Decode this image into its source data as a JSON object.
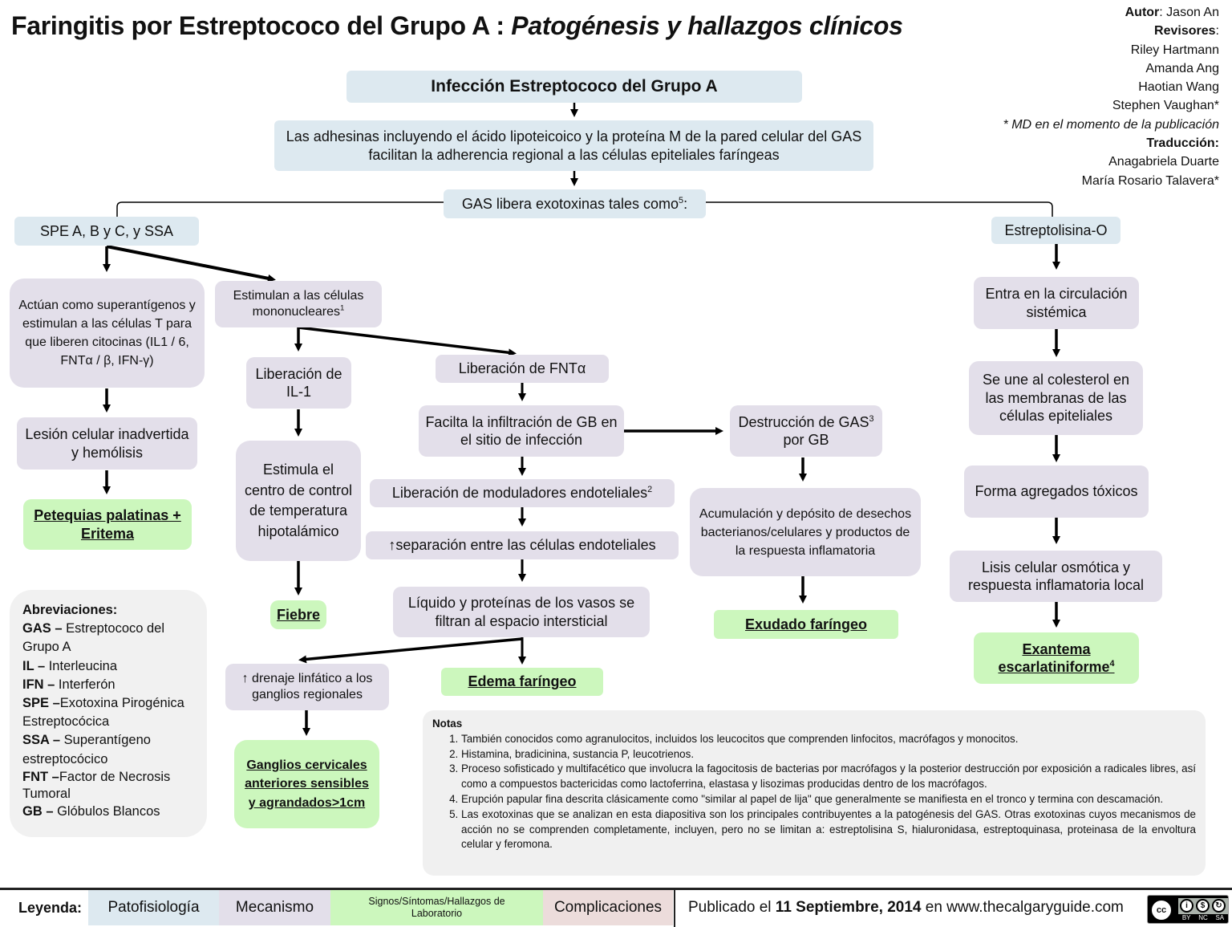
{
  "header": {
    "title_main": "Faringitis por Estreptococo del Grupo A : ",
    "title_sub": "Patogénesis y hallazgos clínicos"
  },
  "credits": {
    "author_label": "Autor",
    "author_name": ": Jason An",
    "reviewers_label": "Revisores",
    "reviewers": [
      "Riley Hartmann",
      "Amanda Ang",
      "Haotian Wang",
      "Stephen Vaughan*"
    ],
    "md_note": "* MD en el momento de la publicación",
    "translation_label": "Traducción:",
    "translators": [
      "Anagabriela Duarte",
      "María Rosario Talavera*"
    ]
  },
  "flow": {
    "infection": "Infección Estreptococo del Grupo A",
    "adhesins": "Las adhesinas incluyendo el ácido lipoteicoico y la proteína M de la pared celular del GAS facilitan la adherencia regional a las células epiteliales faríngeas",
    "exotoxins": "GAS libera exotoxinas tales como",
    "exotoxins_sup": "5",
    "exotoxins_colon": ":",
    "left": {
      "spe": "SPE A, B y C, y SSA",
      "superantigens": "Actúan como superantígenos y estimulan a las células T para que liberen citocinas (IL1 / 6, FNTα / β, IFN-γ)",
      "lesion": "Lesión celular inadvertida y hemólisis",
      "petechiae": "Petequias palatinas + Eritema"
    },
    "middle": {
      "mononuclear": "Estimulan a las células mononucleares",
      "mononuclear_sup": "1",
      "il1": "Liberación de IL-1",
      "thermo": "Estimula el centro de control de temperatura hipotalámico",
      "fever": "Fiebre",
      "tnf": "Liberación de FNTα",
      "infiltration": "Facilta la infiltración de GB en el sitio de infección",
      "modulators": "Liberación de moduladores endoteliales",
      "modulators_sup": "2",
      "separation": "↑separación entre las células endoteliales",
      "leak": "Líquido y proteínas de los vasos se filtran al espacio intersticial",
      "lymph": "↑ drenaje linfático a los ganglios regionales",
      "nodes": "Ganglios cervicales anteriores sensibles y agrandados>1cm",
      "edema": "Edema faríngeo",
      "destruction_a": "Destrucción de GAS",
      "destruction_sup": "3",
      "destruction_b": " por GB",
      "accumulation": "Acumulación y depósito de desechos bacterianos/celulares y productos de la respuesta inflamatoria",
      "exudate": "Exudado faríngeo"
    },
    "right": {
      "slo": "Estreptolisina-O",
      "circulation": "Entra en la circulación sistémica",
      "cholesterol": "Se une al colesterol en las membranas de las células epiteliales",
      "aggregates": "Forma agregados tóxicos",
      "lysis": "Lisis celular osmótica y respuesta inflamatoria local",
      "rash": "Exantema escarlatiniforme",
      "rash_sup": "4"
    }
  },
  "abbreviations": {
    "title": "Abreviaciones:",
    "items": [
      {
        "abbr": "GAS –",
        "text": " Estreptococo del Grupo A"
      },
      {
        "abbr": "IL –",
        "text": " Interleucina"
      },
      {
        "abbr": "IFN –",
        "text": " Interferón"
      },
      {
        "abbr": "SPE –",
        "text": "Exotoxina Pirogénica Estreptocócica"
      },
      {
        "abbr": "SSA –",
        "text": " Superantígeno estreptocócico"
      },
      {
        "abbr": "FNT –",
        "text": "Factor de Necrosis Tumoral"
      },
      {
        "abbr": "GB –",
        "text": " Glóbulos Blancos"
      }
    ]
  },
  "notes": {
    "title": "Notas",
    "items": [
      "También conocidos como agranulocitos, incluidos los leucocitos que comprenden linfocitos, macrófagos y monocitos.",
      "Histamina, bradicinina, sustancia P, leucotrienos.",
      "Proceso sofisticado y multifacético que involucra la fagocitosis de bacterias por macrófagos y la posterior destrucción por exposición a radicales libres, así como a compuestos bactericidas como lactoferrina, elastasa y lisozimas producidas dentro de los macrófagos.",
      "Erupción papular fina descrita clásicamente como \"similar al papel de lija\" que generalmente se manifiesta en el tronco y termina con descamación.",
      "Las exotoxinas que se analizan en esta diapositiva son los principales contribuyentes a la patogénesis del GAS. Otras exotoxinas cuyos mecanismos de acción no se comprenden completamente, incluyen, pero no se limitan a: estreptolisina S, hialuronidasa, estreptoquinasa, proteinasa de la envoltura celular y feromona."
    ]
  },
  "footer": {
    "legend_label": "Leyenda:",
    "legend": [
      {
        "label": "Patofisiología",
        "color": "#dde9f0"
      },
      {
        "label": "Mecanismo",
        "color": "#e3dfea"
      },
      {
        "label": "Signos/Síntomas/Hallazgos de Laboratorio",
        "color": "#ccf7bd"
      },
      {
        "label": "Complicaciones",
        "color": "#ecdcdb"
      }
    ],
    "published_prefix": "Publicado el ",
    "published_date": "11 Septiembre, 2014",
    "published_suffix": " en www.thecalgaryguide.com",
    "license": {
      "cc": "cc",
      "by": "BY",
      "nc": "NC",
      "sa": "SA"
    }
  }
}
